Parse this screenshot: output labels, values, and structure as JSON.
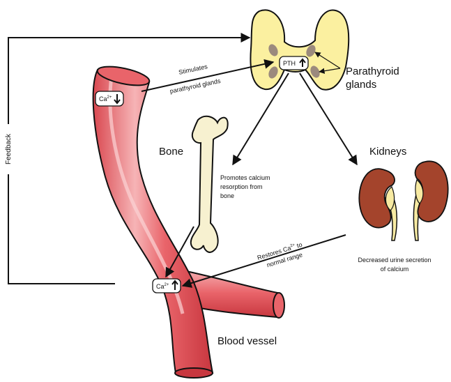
{
  "labels": {
    "parathyroid_glands_line1": "Parathyroid",
    "parathyroid_glands_line2": "glands",
    "bone": "Bone",
    "kidneys": "Kidneys",
    "blood_vessel": "Blood  vessel",
    "feedback": "Feedback",
    "stimulates_line1": "Stimulates",
    "stimulates_line2": "parathyroid glands",
    "promotes_line1": "Promotes calcium",
    "promotes_line2": "resorption from",
    "promotes_line3": "bone",
    "restores_line1_prefix": "Restores Ca",
    "restores_line1_sup": "2+",
    "restores_line1_suffix": " to",
    "restores_line2": "normal range",
    "kidney_effect_line1": "Decreased urine secretion",
    "kidney_effect_line2": "of calcium"
  },
  "badges": {
    "pth": {
      "text": "PTH",
      "direction": "up",
      "direction_icon": "up-arrow-icon"
    },
    "calcium_low": {
      "text": "Ca",
      "superscript": "2+",
      "direction": "down",
      "direction_icon": "down-arrow-icon"
    },
    "calcium_restored": {
      "text": "Ca",
      "superscript": "2+",
      "direction": "up",
      "direction_icon": "up-arrow-icon"
    }
  },
  "colors": {
    "thyroid_fill": "#fbf0a0",
    "gland_spot": "#9b8a7d",
    "bone_fill": "#f7f1d0",
    "kidney_fill": "#a4442c",
    "ureter_fill": "#f7eaa2",
    "vessel_fill": "#e9646a",
    "vessel_highlight": "#f6b4b6",
    "outline": "#111111"
  }
}
